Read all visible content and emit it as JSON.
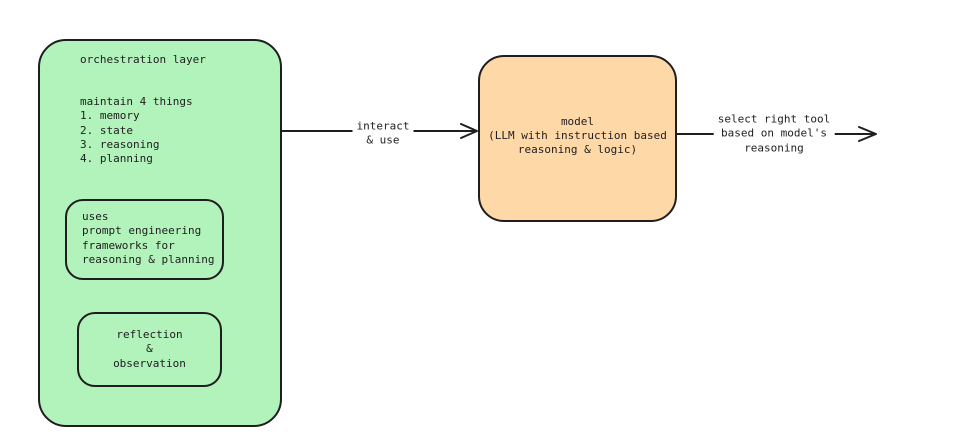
{
  "colors": {
    "green_fill": "#b2f2bb",
    "orange_fill": "#ffd8a8",
    "stroke": "#1e1e1e",
    "background": "#ffffff"
  },
  "orchestration": {
    "title": "orchestration layer",
    "maintain_list": "maintain 4 things\n1. memory\n2. state\n3. reasoning\n4. planning",
    "uses_note": "uses\nprompt engineering\nframeworks for\nreasoning & planning",
    "reflection_note": "reflection\n&\nobservation"
  },
  "model": {
    "label": "model\n(LLM with instruction based\nreasoning & logic)"
  },
  "arrows": {
    "interact": {
      "label": "interact\n& use"
    },
    "select_tool": {
      "label": "select right tool\nbased on model's\nreasoning"
    }
  }
}
